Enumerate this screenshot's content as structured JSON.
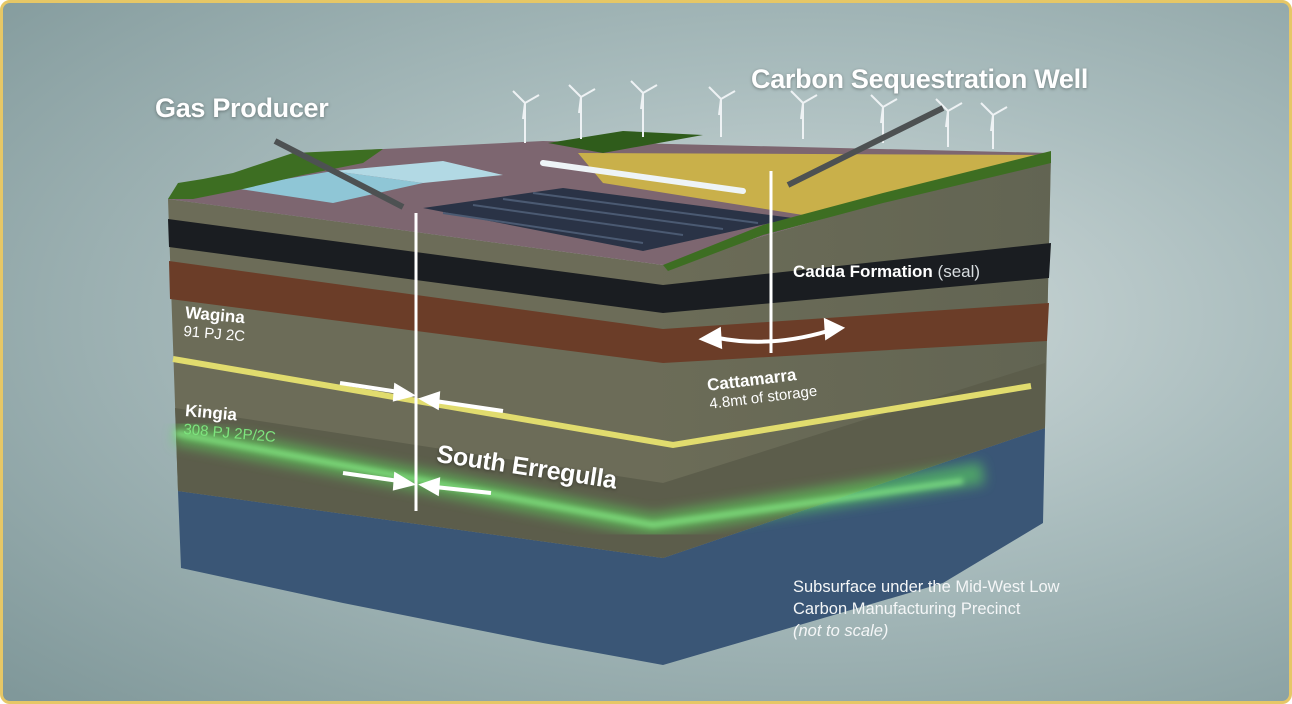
{
  "labels": {
    "gas_producer": "Gas Producer",
    "carbon_sequestration_well": "Carbon Sequestration Well",
    "cadda_formation": "Cadda Formation",
    "cadda_seal": "(seal)",
    "wagina_name": "Wagina",
    "wagina_value": "91 PJ 2C",
    "kingia_name": "Kingia",
    "kingia_value": "308 PJ 2P/2C",
    "cattamarra_name": "Cattamarra",
    "cattamarra_value": "4.8mt of storage",
    "south_erregulla": "South Erregulla",
    "subsurface_line1": "Subsurface under the Mid-West Low",
    "subsurface_line2": "Carbon Manufacturing Precinct",
    "subsurface_line3": "(not to scale)"
  },
  "colors": {
    "frame_border": "#e6c766",
    "background": "#a9bcbd",
    "grass": "#3d6e22",
    "wheat_field": "#c9b04a",
    "coal_layer": "#1a1d21",
    "red_layer": "#6b3d28",
    "wagina_line": "#e1dc6e",
    "kingia_glow": "#5ee05e",
    "blue_layer": "#3a5676",
    "well_line": "#ffffff"
  }
}
